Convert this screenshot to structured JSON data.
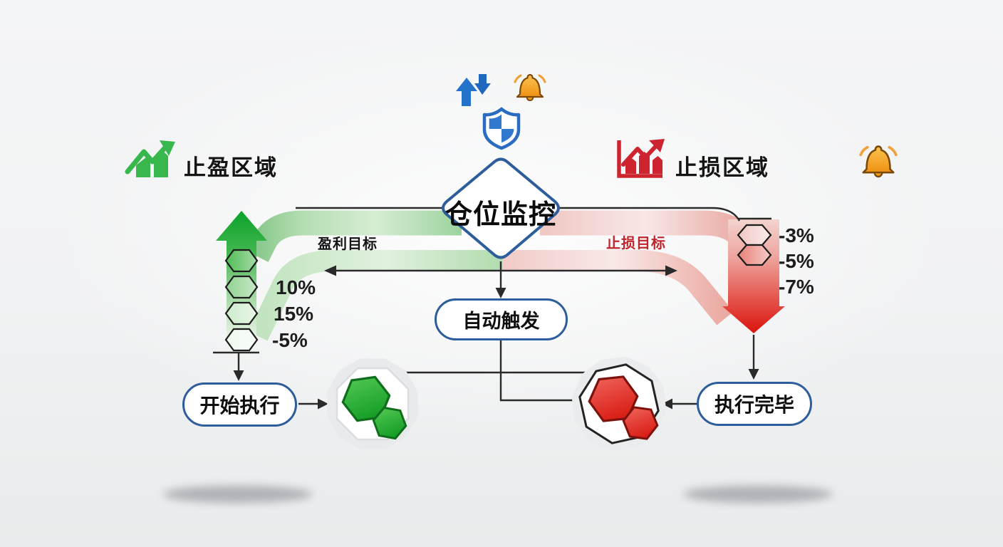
{
  "monitor": {
    "title": "仓位监控"
  },
  "zones": {
    "profit": {
      "label": "止盈区域",
      "icon": "trend-up-chart-icon",
      "color": "#38b74c"
    },
    "loss": {
      "label": "止损区域",
      "icon": "loss-chart-icon",
      "color": "#cd2430"
    }
  },
  "targets": {
    "profit_label": "盈利目标",
    "loss_label": "止损目标",
    "loss_label_color": "#c0262c"
  },
  "profit_levels": [
    "10%",
    "15%",
    "-5%"
  ],
  "loss_levels": [
    "-3%",
    "-5%",
    "-7%"
  ],
  "nodes": {
    "auto_trigger": "自动触发",
    "start_exec": "开始执行",
    "exec_done": "执行完毕"
  },
  "icons": {
    "top": [
      "updown-arrows-icon",
      "bell-icon",
      "shield-check-icon"
    ],
    "right": [
      "bell-icon"
    ],
    "badges": [
      "green-hexagons-badge",
      "red-hexagons-badge"
    ]
  },
  "colors": {
    "node_border": "#2d5d9b",
    "profit_green": "#13a52b",
    "loss_red": "#dc1f17",
    "connector": "#2a2a2a",
    "bell_orange": "#f2a024",
    "shield_blue": "#2a6cc2"
  }
}
